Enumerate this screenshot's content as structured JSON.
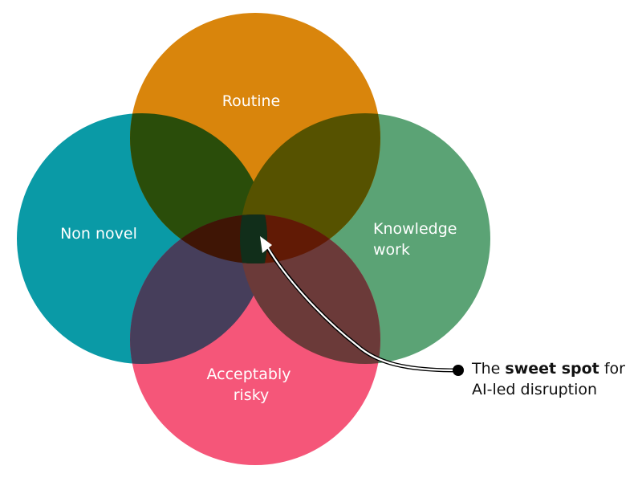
{
  "diagram": {
    "circles": [
      {
        "id": "routine",
        "label_lines": [
          "Routine"
        ],
        "color": "#D9850C"
      },
      {
        "id": "non-novel",
        "label_lines": [
          "Non novel"
        ],
        "color": "#0A9AA6"
      },
      {
        "id": "knowledge-work",
        "label_lines": [
          "Knowledge",
          "work"
        ],
        "color": "#5BA375"
      },
      {
        "id": "acceptably-risky",
        "label_lines": [
          "Acceptably",
          "risky"
        ],
        "color": "#F55679"
      }
    ],
    "intersection_colors": {
      "routine_non_novel": "#2A4D0A",
      "routine_knowledge": "#565200",
      "nonnovel_risky": "#463E5B",
      "knowledge_risky": "#6B3A39",
      "routine_knowledge_risky": "#611A05",
      "routine_nonnovel_risky": "#3F1505",
      "center": "#112E1A"
    },
    "callout": {
      "prefix": "The ",
      "bold": "sweet spot",
      "suffix": " for",
      "line2": "AI-led disruption"
    },
    "arrow_color": "#000000"
  }
}
